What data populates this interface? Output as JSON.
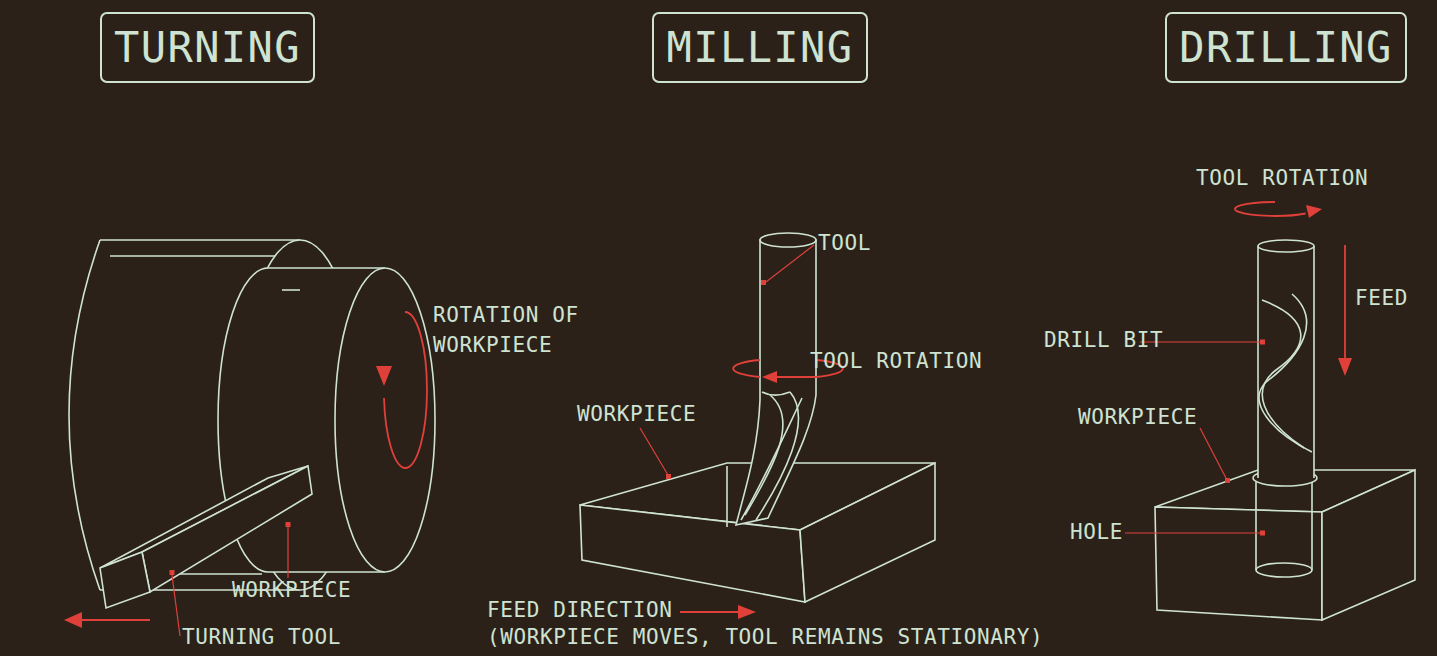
{
  "diagram": {
    "nodes": [
      {
        "text": [
          "TURNING"
        ]
      },
      {
        "text": [
          "MILLING"
        ]
      },
      {
        "text": [
          "DRILLING"
        ]
      }
    ],
    "labels": [
      "ROTATION OF WORKPIECE",
      "WORKPIECE",
      "TURNING TOOL",
      "TOOL",
      "TOOL ROTATION",
      "WORKPIECE",
      "FEED DIRECTION",
      "(WORKPIECE MOVES, TOOL REMAINS STATIONARY)",
      "TOOL ROTATION",
      "FEED",
      "DRILL BIT",
      "WORKPIECE",
      "HOLE"
    ]
  }
}
